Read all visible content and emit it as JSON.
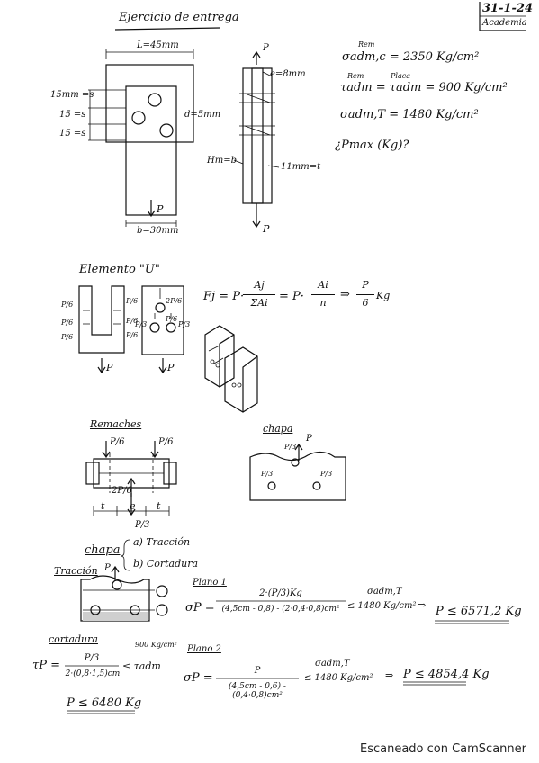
{
  "header": {
    "title": "Ejercicio de entrega",
    "date": "31-1-24",
    "tag": "Academia"
  },
  "given": {
    "L": "L=45mm",
    "e": "e=8mm",
    "d": "d=5mm",
    "b": "b=30mm",
    "spacings": [
      "15mm =s",
      "15 =s",
      "15 =s"
    ],
    "h": "Hm=b",
    "t": "11mm=t",
    "sig_c_label": "Rem",
    "sig_c": "σadm,c = 2350 Kg/cm²",
    "tau_label_1": "Rem",
    "tau_label_2": "Placa",
    "tau": "τadm = τadm = 900 Kg/cm²",
    "sig_t": "σadm,T = 1480 Kg/cm²",
    "question": "¿Pmax (Kg)?",
    "P": "P"
  },
  "elemento_u": {
    "heading": "Elemento \"U\"",
    "side_labels": [
      "P/6",
      "P/6",
      "P/6",
      "P/6",
      "P/6",
      "P/6"
    ],
    "hole_labels": [
      "2P/6",
      "P/6",
      "P/3",
      "P/3"
    ],
    "formula_lhs": "Fj = P·",
    "formula_num1": "Aj",
    "formula_den1": "ΣAi",
    "formula_mid": "= P·",
    "formula_num2": "Ai",
    "formula_den2": "n",
    "formula_arrow": "⇒",
    "formula_num3": "P",
    "formula_den3": "6",
    "formula_unit": "Kg",
    "P": "P"
  },
  "remaches": {
    "heading": "Remaches",
    "loads": [
      "P/6",
      "P/6",
      "2P/6",
      "P/3"
    ],
    "dims": [
      "t",
      "e",
      "t"
    ]
  },
  "chapa_fig": {
    "heading": "chapa",
    "labels": [
      "P/3",
      "P/3",
      "P/3"
    ],
    "P": "P"
  },
  "chapa_modes": {
    "heading": "chapa",
    "mode_a": "a) Tracción",
    "mode_b": "b) Cortadura",
    "traccion": "Tracción",
    "P": "P"
  },
  "plano1": {
    "heading": "Plano 1",
    "sigma_label": "σadm,T",
    "lhs": "σP =",
    "num": "2·(P/3)Kg",
    "den": "(4,5cm - 0,8) - (2·0,4·0,8)cm²",
    "rhs": "≤ 1480 Kg/cm²",
    "arrow": "⇒",
    "result": "P ≤ 6571,2 Kg"
  },
  "cortadura": {
    "heading": "cortadura",
    "tau_label": "900 Kg/cm²",
    "lhs": "τP =",
    "num": "P/3",
    "den": "2·(0,8·1,5)cm",
    "rhs": "≤ τadm",
    "result": "P ≤ 6480 Kg"
  },
  "plano2": {
    "heading": "Plano 2",
    "sigma_label": "σadm,T",
    "lhs": "σP =",
    "num": "P",
    "den": "(4,5cm - 0,6) - (0,4·0,8)cm²",
    "rhs": "≤ 1480 Kg/cm²",
    "arrow": "⇒",
    "result": "P ≤ 4854,4 Kg"
  },
  "footer": "Escaneado con CamScanner"
}
